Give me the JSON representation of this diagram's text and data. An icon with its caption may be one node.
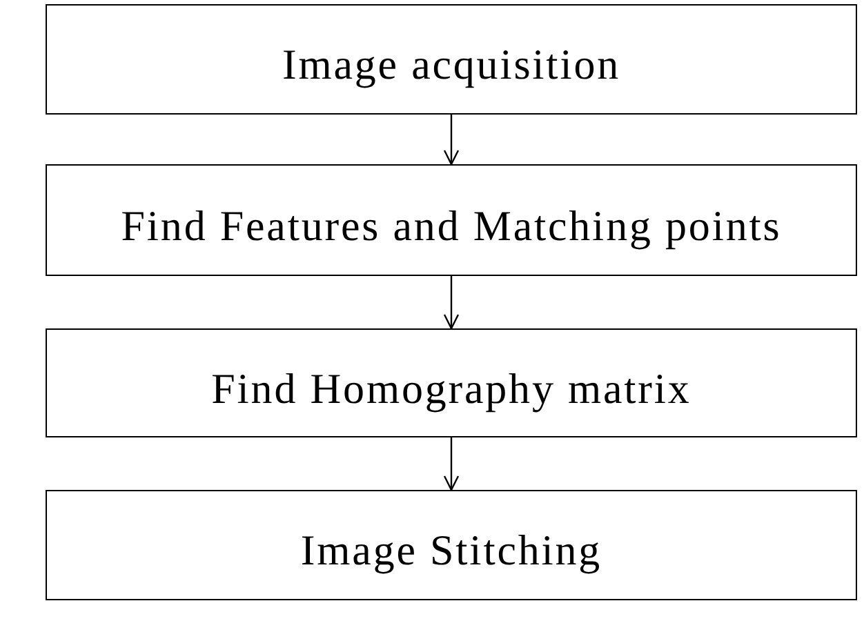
{
  "diagram": {
    "nodes": [
      {
        "text": [
          "Image acquisition"
        ]
      },
      {
        "text": [
          "Find Features and Matching points"
        ]
      },
      {
        "text": [
          "Find Homography matrix"
        ]
      },
      {
        "text": [
          "Image Stitching"
        ]
      }
    ],
    "edges": [
      {
        "from": 0,
        "to": 1,
        "arrow": "to"
      },
      {
        "from": 1,
        "to": 2,
        "arrow": "to"
      },
      {
        "from": 2,
        "to": 3,
        "arrow": "to"
      }
    ]
  }
}
